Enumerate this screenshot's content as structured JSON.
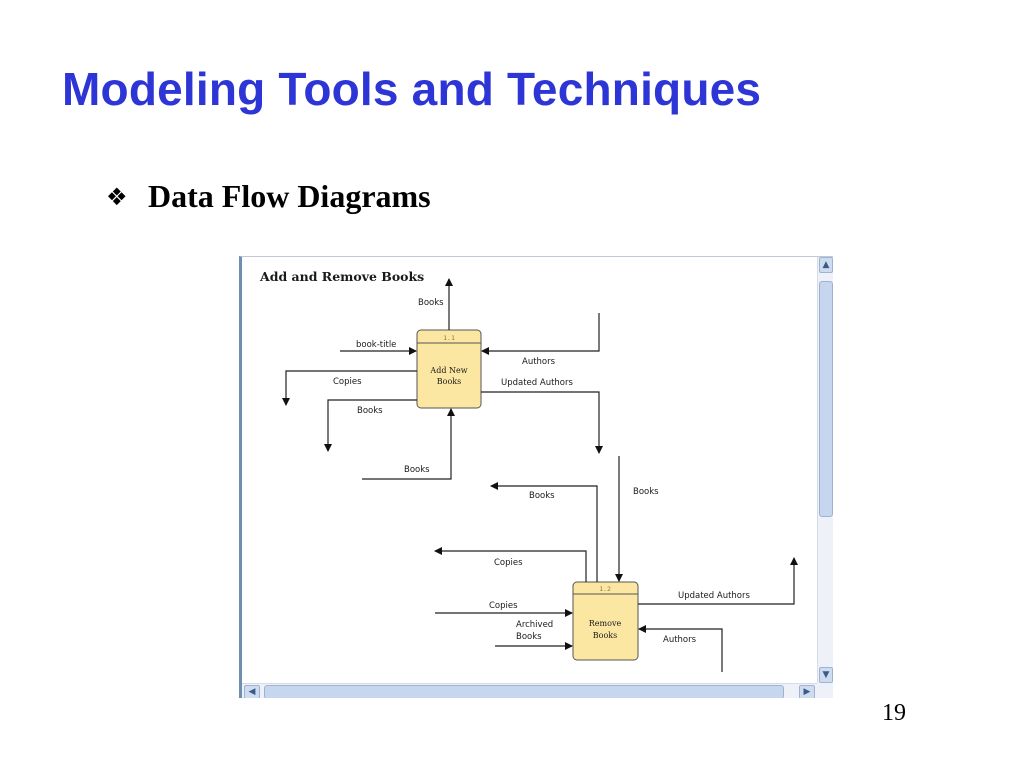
{
  "slide": {
    "title": "Modeling Tools and Techniques",
    "bullet_icon": "four-diamond-bullet-icon",
    "bullet_text": "Data Flow Diagrams",
    "page_number": "19"
  },
  "diagram": {
    "title": "Add and Remove Books",
    "processes": [
      {
        "id": "1.1",
        "name_line1": "Add New",
        "name_line2": "Books"
      },
      {
        "id": "1.2",
        "name_line1": "Remove",
        "name_line2": "Books"
      }
    ],
    "flows": {
      "books_out_top": "Books",
      "book_title": "book-title",
      "authors_in_1": "Authors",
      "copies_out_1": "Copies",
      "updated_authors_1": "Updated Authors",
      "books_out_2": "Books",
      "books_in_1": "Books",
      "books_out_3": "Books",
      "books_in_2": "Books",
      "copies_out_2": "Copies",
      "copies_in": "Copies",
      "archived_books_line1": "Archived",
      "archived_books_line2": "Books",
      "updated_authors_2": "Updated Authors",
      "authors_in_2": "Authors"
    }
  },
  "viewer": {
    "scroll_up_icon": "chevron-up-icon",
    "scroll_down_icon": "chevron-down-icon",
    "scroll_left_icon": "chevron-left-icon",
    "scroll_right_icon": "chevron-right-icon"
  },
  "colors": {
    "title_blue": "#2d35d6",
    "process_fill": "#fbe7a2"
  }
}
